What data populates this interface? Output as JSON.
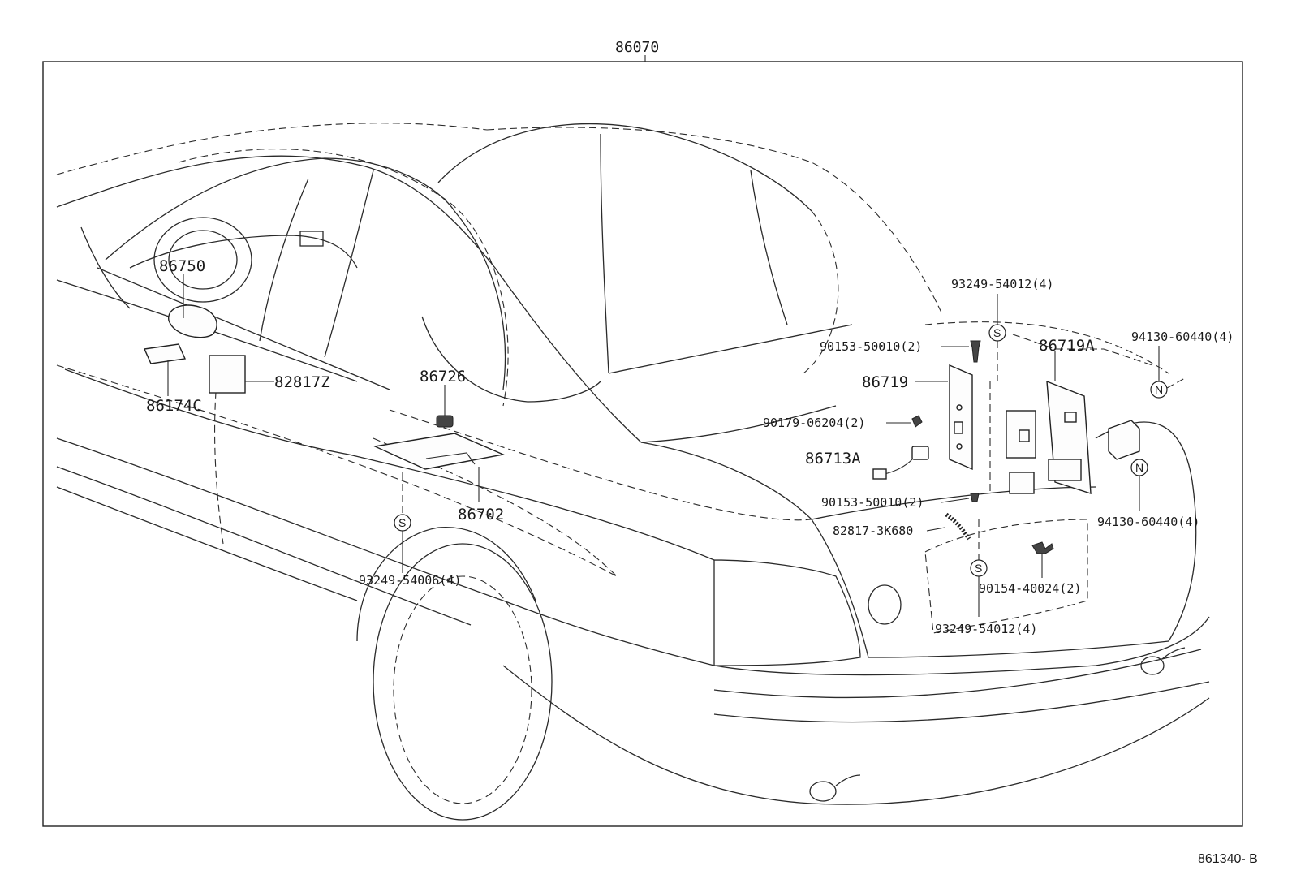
{
  "diagram": {
    "assembly_number": "86070",
    "reference_code": "861340- B",
    "symbols": {
      "s": "S",
      "n": "N"
    },
    "labels": {
      "p86750": "86750",
      "p86174c": "86174C",
      "p82817z": "82817Z",
      "p86726": "86726",
      "p86702": "86702",
      "p93249_54006": "93249-54006(4)",
      "p93249_54012_top": "93249-54012(4)",
      "p90153_50010_top": "90153-50010(2)",
      "p86719a": "86719A",
      "p94130_60440_top": "94130-60440(4)",
      "p86719": "86719",
      "p90179_06204": "90179-06204(2)",
      "p86713a": "86713A",
      "p90153_50010_bottom": "90153-50010(2)",
      "p82817_3k680": "82817-3K680",
      "p94130_60440_bottom": "94130-60440(4)",
      "p90154_40024": "90154-40024(2)",
      "p93249_54012_bottom": "93249-54012(4)"
    }
  }
}
